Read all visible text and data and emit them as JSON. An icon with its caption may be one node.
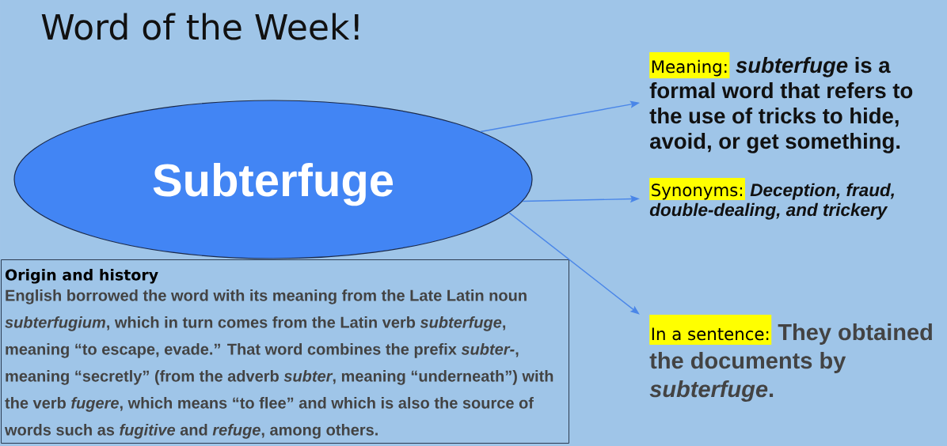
{
  "diagram": {
    "title": "Word of the Week!",
    "nodes": [
      {
        "text": [
          "Subterfuge"
        ]
      },
      {
        "text": [
          "Meaning:",
          "*subterfuge* is a formal word that refers to the use of tricks to hide, avoid, or get something."
        ]
      },
      {
        "text": [
          "Synonyms:",
          "Deception, fraud, double-dealing, and trickery"
        ]
      },
      {
        "text": [
          "In a sentence:",
          "They obtained the documents by *subterfuge*."
        ]
      },
      {
        "text": [
          "Origin and history",
          "English borrowed the word with its meaning from the Late Latin noun *subterfugium*, which in turn comes from the Latin verb *subterfuge*, meaning “to escape, evade.” That word combines the prefix *subter-*, meaning “secretly” (from the adverb *subter*, meaning “underneath”) with the verb *fugere*, which means “to flee” and which is also the source of words such as *fugitive* and *refuge*, among others."
        ]
      }
    ],
    "edges": [
      {
        "from": 0,
        "to": 1,
        "arrow": "to"
      },
      {
        "from": 0,
        "to": 2,
        "arrow": "to"
      },
      {
        "from": 0,
        "to": 3,
        "arrow": "to"
      }
    ]
  }
}
